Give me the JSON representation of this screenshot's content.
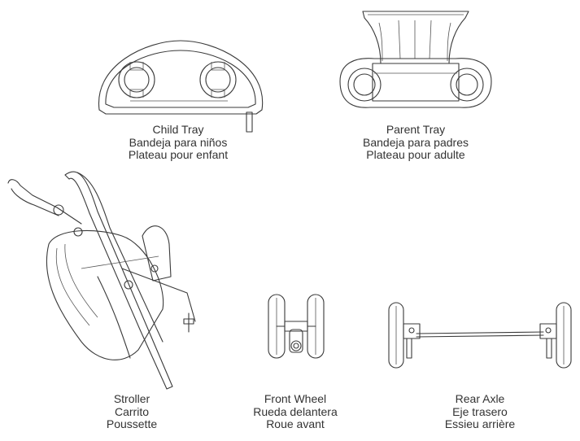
{
  "parts": [
    {
      "id": "child-tray",
      "lines": [
        "Child Tray",
        "Bandeja para niños",
        "Plateau pour enfant"
      ]
    },
    {
      "id": "parent-tray",
      "lines": [
        "Parent Tray",
        "Bandeja para padres",
        "Plateau pour adulte"
      ]
    },
    {
      "id": "stroller",
      "lines": [
        "Stroller",
        "Carrito",
        "Poussette"
      ]
    },
    {
      "id": "front-wheel",
      "lines": [
        "Front Wheel",
        "Rueda delantera",
        "Roue avant"
      ]
    },
    {
      "id": "rear-axle",
      "lines": [
        "Rear Axle",
        "Eje trasero",
        "Essieu arrière"
      ]
    }
  ]
}
